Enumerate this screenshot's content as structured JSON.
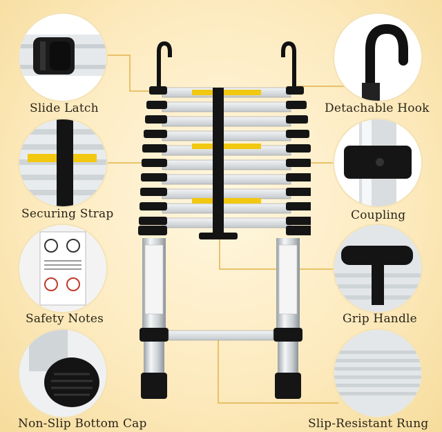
{
  "callouts": {
    "slide_latch": "Slide Latch",
    "detachable_hook": "Detachable Hook",
    "securing_strap": "Securing Strap",
    "coupling": "Coupling",
    "safety_notes": "Safety Notes",
    "grip_handle": "Grip Handle",
    "bottom_cap": "Non-Slip Bottom Cap",
    "rung": "Slip-Resistant Rung"
  },
  "colors": {
    "background": "#fdebc0",
    "leader_line": "#e2b24a",
    "aluminum": "#d9dde0",
    "black_part": "#151515",
    "warning_label": "#f2c811"
  },
  "product": "telescoping-ladder"
}
